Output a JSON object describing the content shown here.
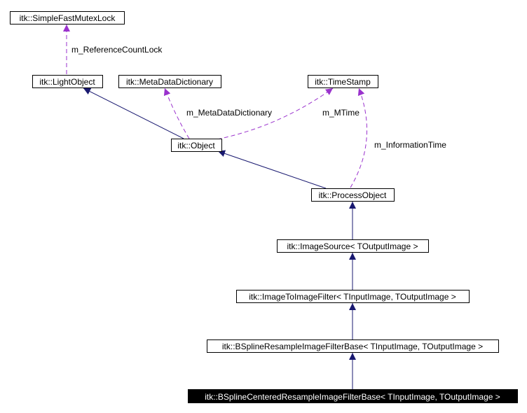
{
  "diagram": {
    "nodes": {
      "simple_fast_mutex_lock": "itk::SimpleFastMutexLock",
      "light_object": "itk::LightObject",
      "meta_data_dictionary": "itk::MetaDataDictionary",
      "time_stamp": "itk::TimeStamp",
      "object": "itk::Object",
      "process_object": "itk::ProcessObject",
      "image_source": "itk::ImageSource< TOutputImage >",
      "image_to_image_filter": "itk::ImageToImageFilter< TInputImage, TOutputImage >",
      "bspline_resample_filter_base": "itk::BSplineResampleImageFilterBase< TInputImage, TOutputImage >",
      "bspline_centered_resample_filter_base": "itk::BSplineCenteredResampleImageFilterBase< TInputImage, TOutputImage >"
    },
    "edge_labels": {
      "reference_count_lock": "m_ReferenceCountLock",
      "meta_data_dictionary": "m_MetaDataDictionary",
      "m_time": "m_MTime",
      "information_time": "m_InformationTime"
    },
    "colors": {
      "inheritance": "#191970",
      "usage": "#9a32cd",
      "highlight_fill": "#000000"
    }
  }
}
